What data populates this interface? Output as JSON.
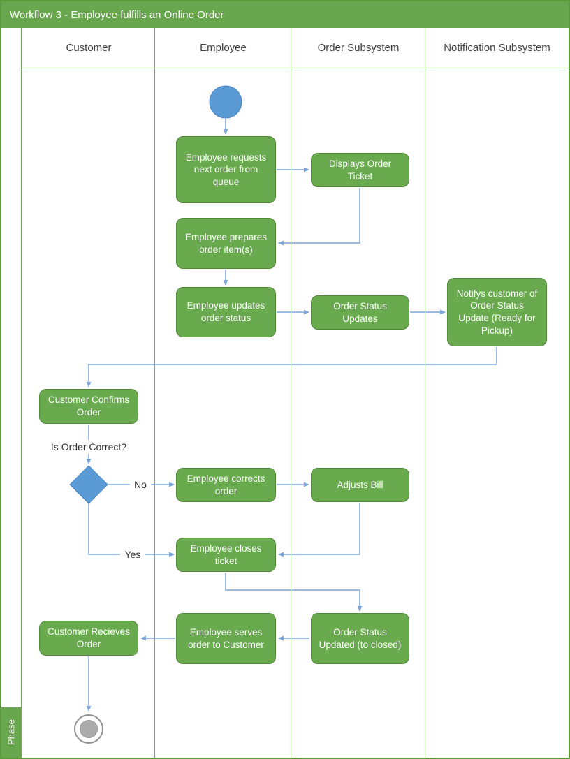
{
  "title": "Workflow 3 - Employee fulfills an Online Order",
  "phase_label": "Phase",
  "lanes": [
    {
      "label": "Customer"
    },
    {
      "label": "Employee"
    },
    {
      "label": "Order Subsystem"
    },
    {
      "label": "Notification Subsystem"
    }
  ],
  "nodes": {
    "request_next_order": {
      "text": "Employee requests next order from queue",
      "lane": "Employee"
    },
    "displays_order_ticket": {
      "text": "Displays Order Ticket",
      "lane": "Order Subsystem"
    },
    "prepares_order": {
      "text": "Employee prepares order item(s)",
      "lane": "Employee"
    },
    "updates_status": {
      "text": "Employee updates order status",
      "lane": "Employee"
    },
    "order_status_updates": {
      "text": "Order Status Updates",
      "lane": "Order Subsystem"
    },
    "notify_customer": {
      "text": "Notifys customer of Order Status Update (Ready for Pickup)",
      "lane": "Notification Subsystem"
    },
    "customer_confirms": {
      "text": "Customer Confirms Order",
      "lane": "Customer"
    },
    "corrects_order": {
      "text": "Employee corrects order",
      "lane": "Employee"
    },
    "adjusts_bill": {
      "text": "Adjusts Bill",
      "lane": "Order Subsystem"
    },
    "closes_ticket": {
      "text": "Employee closes ticket",
      "lane": "Employee"
    },
    "status_updated_closed": {
      "text": "Order Status Updated (to closed)",
      "lane": "Order Subsystem"
    },
    "serves_order": {
      "text": "Employee serves order to Customer",
      "lane": "Employee"
    },
    "customer_receives": {
      "text": "Customer Recieves Order",
      "lane": "Customer"
    }
  },
  "labels": {
    "decision_question": "Is Order Correct?"
  },
  "edges": [
    {
      "from": "start",
      "to": "request_next_order"
    },
    {
      "from": "request_next_order",
      "to": "displays_order_ticket"
    },
    {
      "from": "displays_order_ticket",
      "to": "prepares_order"
    },
    {
      "from": "prepares_order",
      "to": "updates_status"
    },
    {
      "from": "updates_status",
      "to": "order_status_updates"
    },
    {
      "from": "order_status_updates",
      "to": "notify_customer"
    },
    {
      "from": "notify_customer",
      "to": "customer_confirms"
    },
    {
      "from": "customer_confirms",
      "to": "decision_is_order_correct"
    },
    {
      "from": "decision_is_order_correct",
      "to": "corrects_order",
      "label": "No"
    },
    {
      "from": "corrects_order",
      "to": "adjusts_bill"
    },
    {
      "from": "adjusts_bill",
      "to": "closes_ticket"
    },
    {
      "from": "decision_is_order_correct",
      "to": "closes_ticket",
      "label": "Yes"
    },
    {
      "from": "closes_ticket",
      "to": "status_updated_closed"
    },
    {
      "from": "status_updated_closed",
      "to": "serves_order"
    },
    {
      "from": "serves_order",
      "to": "customer_receives"
    },
    {
      "from": "customer_receives",
      "to": "end"
    }
  ],
  "colors": {
    "green": "#69a74e",
    "green_border": "#538939",
    "blue_shape": "#5b9bd5",
    "connector_blue": "#7ea6d9",
    "end_gray": "#ababab",
    "header_text": "#404040"
  }
}
